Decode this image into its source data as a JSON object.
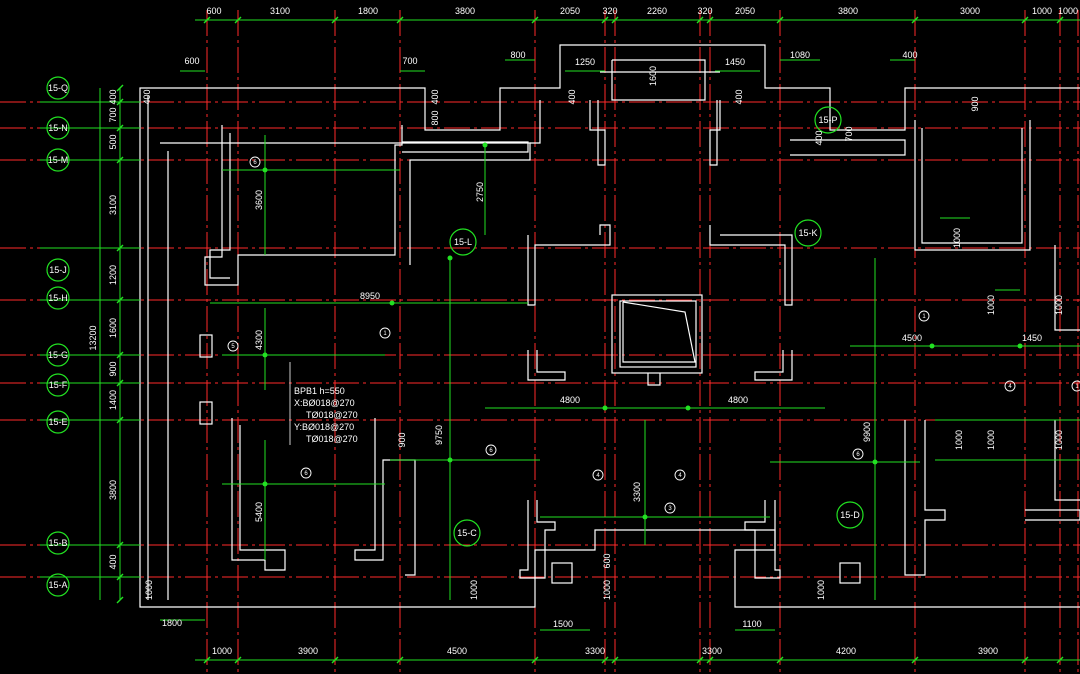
{
  "colors": {
    "background": "#000000",
    "wall": "#ffffff",
    "axis_line": "#ff2a2a",
    "dimension": "#22e122",
    "text": "#ffffff",
    "callout": "#ffffff"
  },
  "dims_top": [
    "600",
    "3100",
    "1800",
    "3800",
    "2050",
    "320",
    "2260",
    "320",
    "2050",
    "3800",
    "3000",
    "1000",
    "1000"
  ],
  "dims_bottom": [
    "1000",
    "3900",
    "4500",
    "3300",
    "3300",
    "4200",
    "3900"
  ],
  "dims_left": [
    "400",
    "700",
    "500",
    "3100",
    "1200",
    "1600",
    "900",
    "1400",
    "3800",
    "400"
  ],
  "dim_left_total": "13200",
  "dims_left_bottom_gap": "1000",
  "axis_labels_left": [
    "15-Q",
    "15-N",
    "15-M",
    "15-J",
    "15-H",
    "15-G",
    "15-F",
    "15-E",
    "15-B",
    "15-A"
  ],
  "axis_labels_plan": [
    "15-P",
    "15-L",
    "15-K",
    "15-C",
    "15-D"
  ],
  "dims_interior": {
    "d600": "600",
    "d700": "700",
    "d800a": "800",
    "d1250": "1250",
    "d1600": "1600",
    "d1450": "1450",
    "d1080": "1080",
    "d400a": "400",
    "d900": "900",
    "d400b": "400",
    "d800b": "800",
    "d400c": "400",
    "d400d": "400",
    "d400e": "400",
    "d700b": "700",
    "d2750": "2750",
    "d3600": "3600",
    "d8950": "8950",
    "d4300": "4300",
    "d4800a": "4800",
    "d4800b": "4800",
    "d4500": "4500",
    "d1450b": "1450",
    "d9750": "9750",
    "d900b": "900",
    "d3300": "3300",
    "d9900": "9900",
    "d5400": "5400",
    "d1000a": "1000",
    "d1000b": "1000",
    "d1000c": "1000",
    "d1000d": "1000",
    "d1000e": "1000",
    "d1000f": "1000",
    "d1000g": "1000",
    "d1000h": "1000",
    "d1000i": "1000",
    "d1000j": "1000",
    "d1000k": "1000",
    "d1500": "1500",
    "d1100": "1100",
    "d1800": "1800"
  },
  "slab_note": {
    "title": "BPB1 h=550",
    "line1": "X:BØ018@270",
    "line2": "TØ018@270",
    "line3": "Y:BØ018@270",
    "line4": "TØ018@270"
  },
  "slab_marks": [
    "6",
    "5",
    "6",
    "6",
    "4",
    "4",
    "3",
    "6",
    "1",
    "1",
    "4",
    "1"
  ]
}
